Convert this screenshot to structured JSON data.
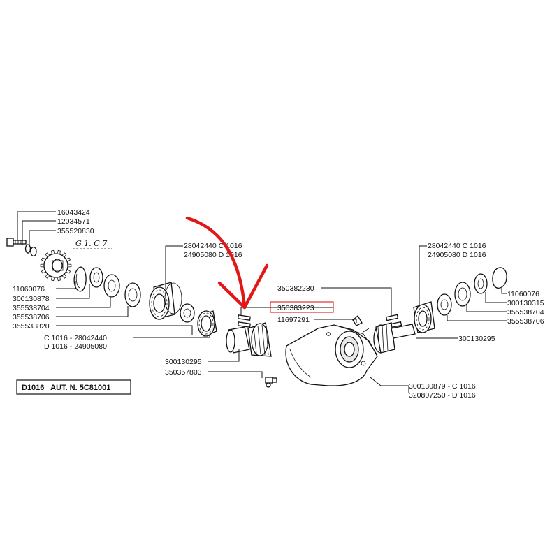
{
  "labels": {
    "l16043424": "16043424",
    "l12034571": "12034571",
    "l355520830": "355520830",
    "l11060076_left": "11060076",
    "l300130878": "300130878",
    "l355538704_left": "355538704",
    "l355538706_left": "355538706",
    "l355533820": "355533820",
    "c1016_left": "C 1016 - 28042440",
    "d1016_left": "D 1016 - 24905080",
    "l28042440_mid": "28042440 C 1016",
    "l24905080_mid": "24905080 D 1016",
    "l300130295_mid": "300130295",
    "l350357803": "350357803",
    "l350382230": "350382230",
    "l350383223": "350383223",
    "l11697291": "11697291",
    "l28042440_right": "28042440 C 1016",
    "l24905080_right": "24905080 D 1016",
    "l11060076_right": "11060076",
    "l300130315": "300130315",
    "l355538704_right": "355538704",
    "l355538706_right": "355538706",
    "l300130295_right": "300130295",
    "l300130879": "300130879 - C 1016",
    "l320807250": "320807250 - D 1016"
  },
  "gear_note": "G 1. C 7",
  "model_box": "D1016   AUT. N. 5C81001",
  "highlight": {
    "target_part": "350383223",
    "box_color": "#e03030",
    "arrow_color": "#e01818"
  }
}
